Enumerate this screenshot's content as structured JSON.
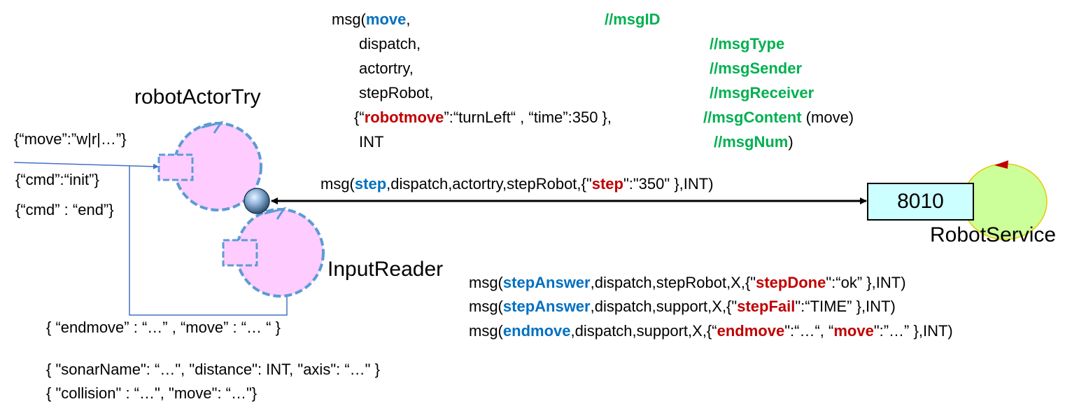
{
  "header_message": {
    "line1": {
      "prefix": "msg(",
      "id": "move",
      "suffix": ",",
      "comment": "//msgID"
    },
    "line2": {
      "text": "dispatch,",
      "comment": "//msgType"
    },
    "line3": {
      "text": "actortry,",
      "comment": "//msgSender"
    },
    "line4": {
      "text": "stepRobot,",
      "comment": "//msgReceiver"
    },
    "line5": {
      "pre": "{“",
      "key": "robotmove",
      "post": "”:“turnLeft“ , “time”:350 },",
      "comment": "//msgContent",
      "comment_tail": " (move)"
    },
    "line6": {
      "text": "INT",
      "comment": "//msgNum",
      "comment_tail": ")"
    }
  },
  "actors": {
    "robot_actor_try": "robotActorTry",
    "input_reader": "InputReader",
    "robot_service": "RobotService",
    "port": "8010"
  },
  "inputs": {
    "move": "{“move”:”w|r|…”}",
    "cmd_init": "{“cmd”:“init”}",
    "cmd_end": "{“cmd” : “end”}"
  },
  "step_message": {
    "prefix": "msg(",
    "id": "step",
    "middle": ",dispatch,actortry,stepRobot,{\"",
    "key": "step",
    "suffix": "\":\"350\" },INT)"
  },
  "answers": [
    {
      "prefix": "msg(",
      "id": "stepAnswer",
      "middle": ",dispatch,stepRobot,X,{\"",
      "key": "stepDone",
      "suffix": "\":“ok” },INT)"
    },
    {
      "prefix": "msg(",
      "id": "stepAnswer",
      "middle": ",dispatch,support,X,{\"",
      "key": "stepFail",
      "suffix": "\":“TIME” },INT)"
    },
    {
      "prefix": "msg(",
      "id": "endmove",
      "middle": ",dispatch,support,X,{“",
      "key": "endmove",
      "mid2": "\":“…“, “",
      "key2": "move",
      "suffix": "\":”…” },INT)"
    }
  ],
  "events": {
    "endmove": "{ “endmove” : “…” , “move” : “… “ }",
    "sonar": "{ \"sonarName\": “…\", \"distance\": INT, \"axis\": “…\" }",
    "collision": "{ \"collision\" : “…\", \"move\": “…\"}"
  },
  "colors": {
    "msg_id": "#0070c0",
    "payload_key": "#c00000",
    "comment": "#00b050",
    "actor_fill": "#ffccff",
    "actor_stroke": "#5b9bd5",
    "service_fill": "#ccff99",
    "port_fill": "#ccffff"
  }
}
